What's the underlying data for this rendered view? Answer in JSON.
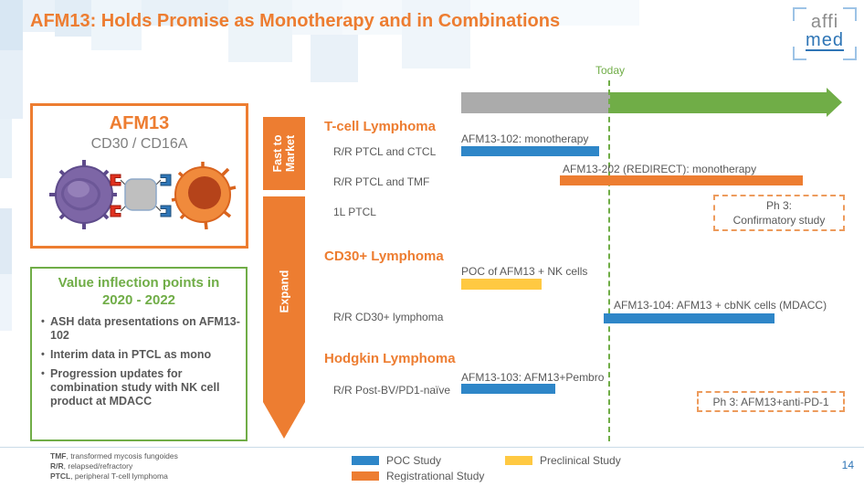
{
  "slide": {
    "title": "AFM13: Holds Promise as Monotherapy and in Combinations",
    "page_number": "14"
  },
  "logo": {
    "line1": "affi",
    "line2": "med"
  },
  "afm13_card": {
    "title": "AFM13",
    "subtitle": "CD30 / CD16A"
  },
  "value_box": {
    "title_line1": "Value inflection points in",
    "title_line2": "2020 - 2022",
    "bullets": [
      "ASH data presentations on AFM13-102",
      "Interim data in PTCL as mono",
      "Progression updates for combination study with NK cell product at MDACC"
    ]
  },
  "paths": {
    "fast_to_market_line1": "Fast to",
    "fast_to_market_line2": "Market",
    "expand": "Expand"
  },
  "timeline": {
    "today": "Today",
    "sections": [
      {
        "heading": "T-cell Lymphoma",
        "rows": [
          "R/R PTCL and CTCL",
          "R/R PTCL and TMF",
          "1L PTCL"
        ]
      },
      {
        "heading": "CD30+ Lymphoma",
        "rows": [
          "R/R CD30+ lymphoma"
        ]
      },
      {
        "heading": "Hodgkin Lymphoma",
        "rows": [
          "R/R Post-BV/PD1-naïve"
        ]
      }
    ],
    "bars": [
      {
        "label": "AFM13-102: monotherapy",
        "type": "poc"
      },
      {
        "label": "AFM13-202 (REDIRECT): monotherapy",
        "type": "registrational"
      },
      {
        "label": "POC of AFM13 + NK cells",
        "type": "preclinical"
      },
      {
        "label": "AFM13-104: AFM13 + cbNK cells (MDACC)",
        "type": "poc"
      },
      {
        "label": "AFM13-103: AFM13+Pembro",
        "type": "poc"
      }
    ],
    "planned": [
      {
        "label_line1": "Ph 3:",
        "label_line2": "Confirmatory study"
      },
      {
        "label": "Ph 3: AFM13+anti-PD-1"
      }
    ]
  },
  "legend": {
    "poc": "POC Study",
    "registrational": "Registrational Study",
    "preclinical": "Preclinical Study"
  },
  "footnotes": [
    {
      "abbr": "TMF",
      "text": ", transformed mycosis fungoides"
    },
    {
      "abbr": "R/R",
      "text": ", relapsed/refractory"
    },
    {
      "abbr": "PTCL",
      "text": ", peripheral T-cell lymphoma"
    }
  ],
  "colors": {
    "accent_orange": "#ED7D31",
    "green": "#70AD47",
    "poc_blue": "#2E86C8",
    "preclinical_yellow": "#FFC942",
    "timeline_gray": "#ABABAB",
    "text_gray": "#595959",
    "logo_blue": "#2E75B6",
    "bracket_blue": "#9DC3E6"
  }
}
